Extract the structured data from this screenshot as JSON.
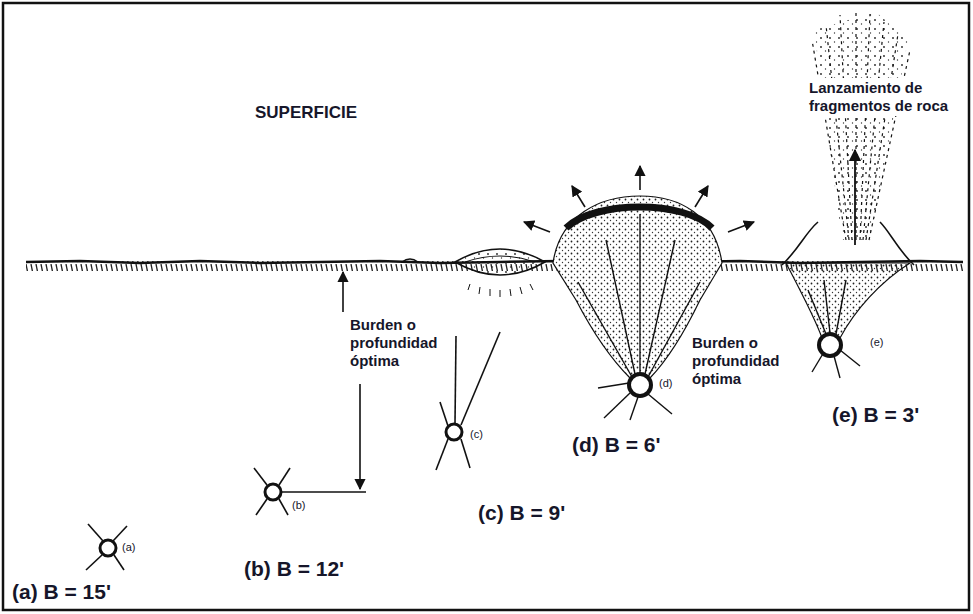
{
  "diagram": {
    "labels": [
      "SUPERFICIE",
      "Burden o profundidad óptima",
      "Burden o profundidad óptima",
      "Lanzamiento de fragmentos de roca",
      "(a)",
      "(b)",
      "(c)",
      "(d)",
      "(e)",
      "(a) B = 15'",
      "(b) B = 12'",
      "(c) B = 9'",
      "(d) B = 6'",
      "(e) B = 3'"
    ]
  }
}
